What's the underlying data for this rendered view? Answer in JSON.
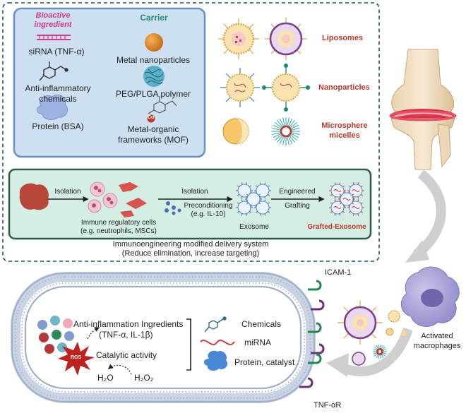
{
  "colors": {
    "dashed_border": "#1f4e79",
    "panel_blue": "#cde0f2",
    "panel_blue_border": "#6a8fc4",
    "panel_green": "#d4eee3",
    "panel_green_border": "#2d5e45",
    "accent_red": "#c0392b",
    "accent_green": "#1e8a6e",
    "accent_pink": "#d33a8c",
    "membrane": "#a9b8d0",
    "receptor": "#1e8a4c",
    "tnf_receptor": "#6b2f7a"
  },
  "bioactive": {
    "header": "Bioactive ingredient",
    "sirna": "siRNA (TNF-α)",
    "chemicals_line1": "Anti-inflammatory",
    "chemicals_line2": "chemicals",
    "protein": "Protein (BSA)"
  },
  "carrier": {
    "header": "Carrier",
    "metal": "Metal nanoparticles",
    "peg": "PEG/PLGA polymer",
    "mof_line1": "Metal-organic",
    "mof_line2": "frameworks (MOF)",
    "cu": "Cu"
  },
  "types": {
    "liposomes": "Liposomes",
    "nanoparticles": "Nanoparticles",
    "micelles_line1": "Microsphere",
    "micelles_line2": "micelles"
  },
  "workflow": {
    "isolation1": "Isolation",
    "cells_line1": "Immune regulatory cells",
    "cells_line2": "(e.g. neutrophils, MSCs)",
    "isolation2": "Isolation",
    "preconditioning": "Preconditioning",
    "precondition_example": "(e.g. IL-10)",
    "exosome": "Exosome",
    "engineered": "Engineered",
    "grafting": "Grafting",
    "grafted": "Grafted-Exosome"
  },
  "caption": {
    "line1": "Immunoengineering modified delivery system",
    "line2": "(Reduce elimination, increase targeting)"
  },
  "cell": {
    "icam": "ICAM-1",
    "tnfr": "TNF-αR",
    "activated_line1": "Activated",
    "activated_line2": "macrophages",
    "ingredients_line1": "Anti-inflammation Ingredients",
    "ingredients_line2": "(TNF-α, IL-1β)",
    "catalytic": "Catalytic activity",
    "ros": "ROS",
    "h2o": "H₂O",
    "h2o2": "H₂O₂",
    "chemicals": "Chemicals",
    "mirna": "miRNA",
    "protein_catalyst": "Protein, catalyst"
  }
}
